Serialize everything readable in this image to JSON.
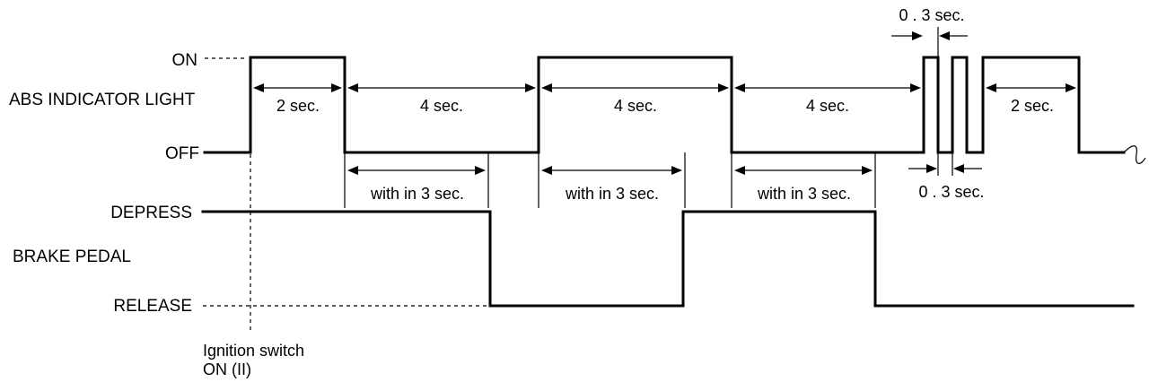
{
  "signals": {
    "abs_light": {
      "name": "ABS INDICATOR LIGHT",
      "on_label": "ON",
      "off_label": "OFF"
    },
    "brake_pedal": {
      "name": "BRAKE PEDAL",
      "high_label": "DEPRESS",
      "low_label": "RELEASE"
    }
  },
  "durations": {
    "first_on": "2 sec.",
    "first_off": "4 sec.",
    "second_on": "4 sec.",
    "second_off": "4 sec.",
    "final_on": "2 sec.",
    "blink_on": "0 . 3 sec.",
    "blink_off": "0 . 3 sec."
  },
  "windows": {
    "first": "with in 3 sec.",
    "second": "with in 3 sec.",
    "third": "with in 3 sec."
  },
  "event": {
    "line1": "Ignition switch",
    "line2": "ON  (II)"
  }
}
